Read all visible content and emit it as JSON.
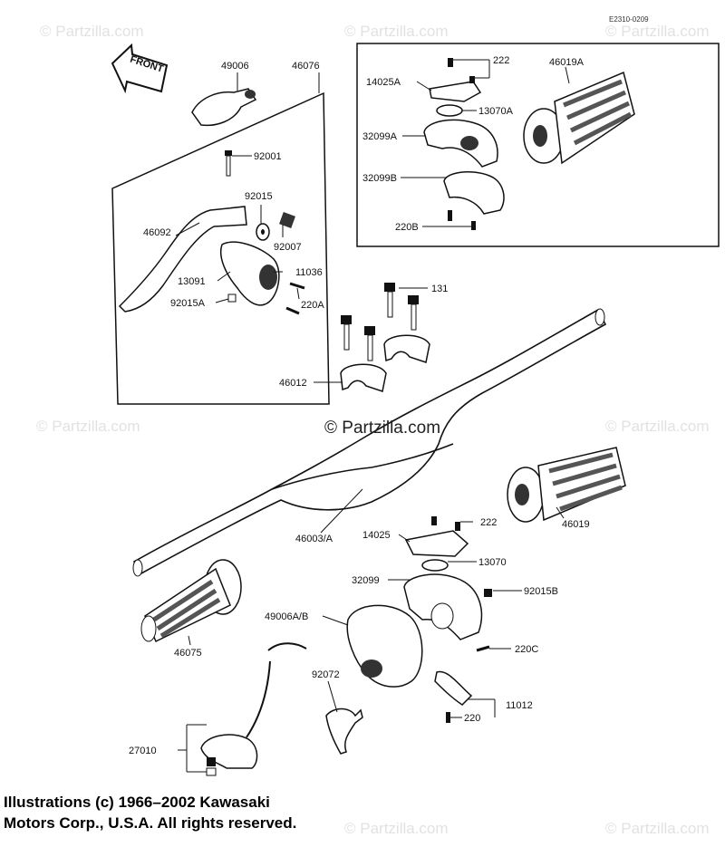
{
  "diagram": {
    "reference_code": "E2310-0209",
    "front_label": "FRONT",
    "center_watermark": "© Partzilla.com",
    "watermark_text": "© Partzilla.com",
    "copyright_lines": [
      "Illustrations (c) 1966–2002 Kawasaki",
      "Motors Corp., U.S.A.  All rights reserved."
    ],
    "part_labels": {
      "p49006": "49006",
      "p46076": "46076",
      "p92001": "92001",
      "p92015": "92015",
      "p46092": "46092",
      "p92007": "92007",
      "p11036": "11036",
      "p13091": "13091",
      "p92015A": "92015A",
      "p220A": "220A",
      "p222top": "222",
      "p14025A": "14025A",
      "p46019A": "46019A",
      "p13070A": "13070A",
      "p32099A": "32099A",
      "p32099B": "32099B",
      "p220B": "220B",
      "p131": "131",
      "p46012": "46012",
      "p46003A": "46003/A",
      "p46019": "46019",
      "p14025": "14025",
      "p222mid": "222",
      "p13070": "13070",
      "p32099": "32099",
      "p92015B": "92015B",
      "p49006AB": "49006A/B",
      "p220C": "220C",
      "p92072": "92072",
      "p11012": "11012",
      "p220": "220",
      "p46075": "46075",
      "p27010": "27010"
    }
  }
}
